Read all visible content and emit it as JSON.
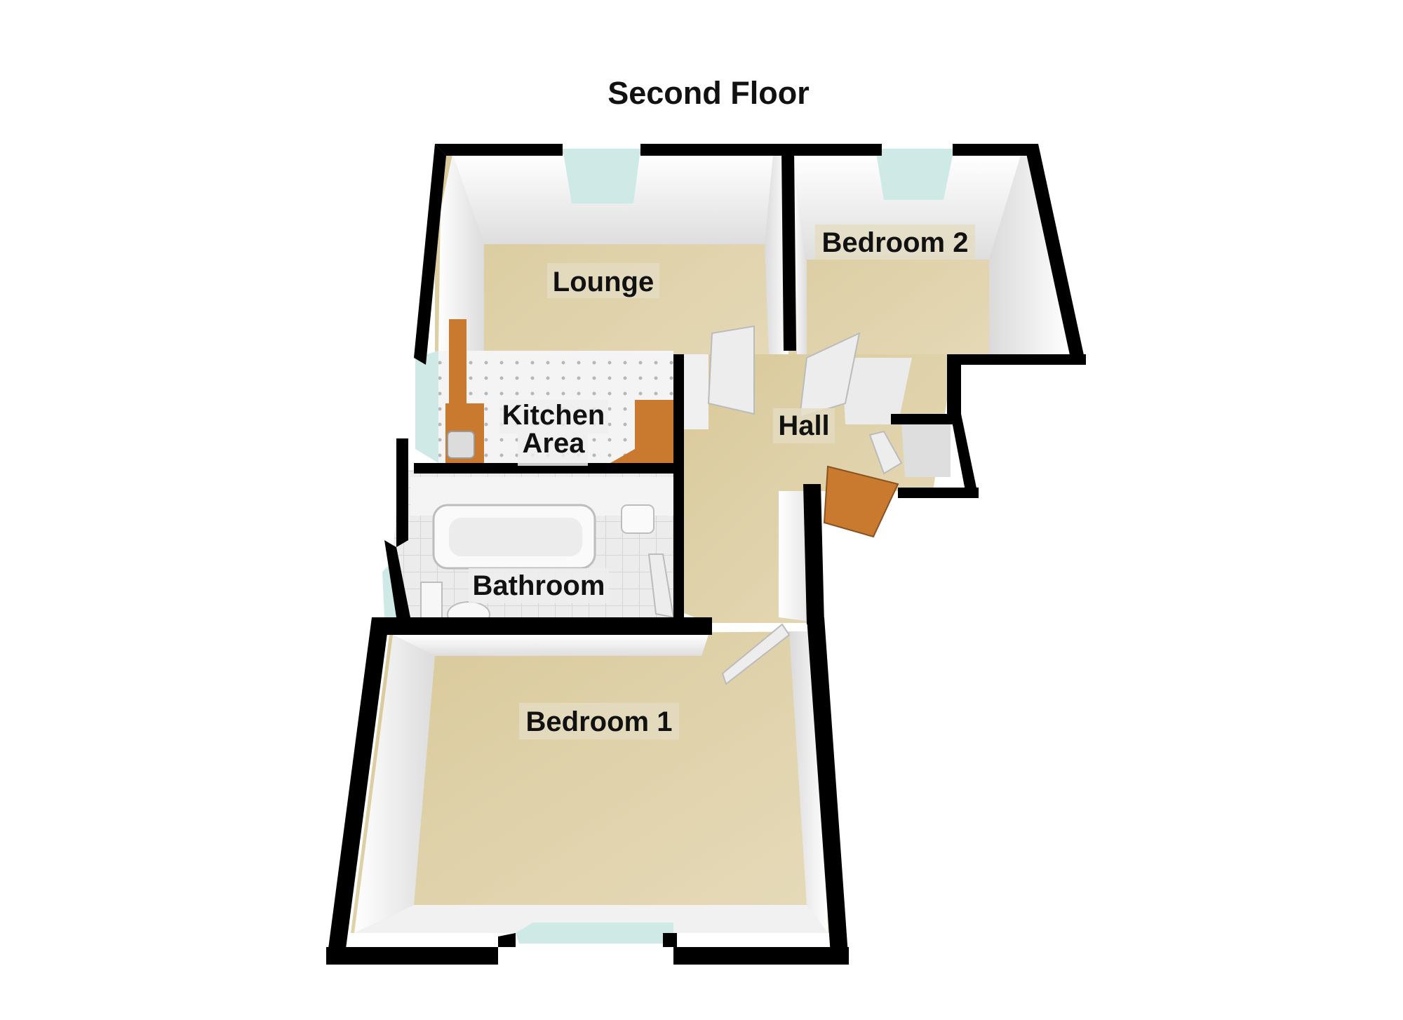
{
  "title": "Second Floor",
  "rooms": {
    "lounge": "Lounge",
    "bedroom2": "Bedroom 2",
    "kitchen_line1": "Kitchen",
    "kitchen_line2": "Area",
    "hall": "Hall",
    "bathroom": "Bathroom",
    "bedroom1": "Bedroom 1"
  },
  "colors": {
    "wall": "#000000",
    "wall_inner": "#f2f2f2",
    "floor_carpet": "#d8c89c",
    "floor_tile": "#e6e6e6",
    "window_glass": "#cfe9e6",
    "door_wood": "#c97a2e",
    "label_bg": "#e4dcc2"
  }
}
